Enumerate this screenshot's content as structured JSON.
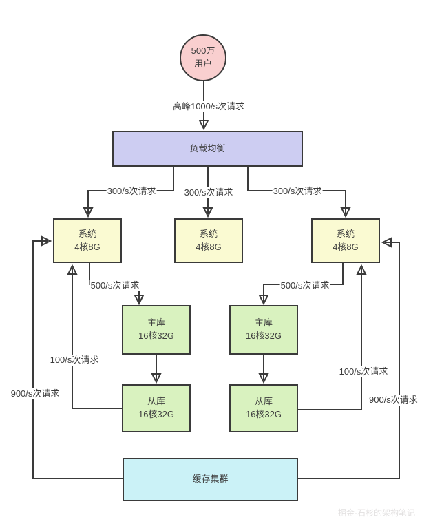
{
  "colors": {
    "line": "#3a3a3a",
    "node_border": "#3a3a3a",
    "users_fill": "#f9cfcf",
    "load_balancer_fill": "#cdcdf2",
    "system_fill": "#fafad2",
    "db_fill": "#d9f2bf",
    "cache_fill": "#cbf2f7",
    "label_text": "#3c3c3c",
    "watermark_text": "#e2e0e0"
  },
  "nodes": {
    "users": {
      "line1": "500万",
      "line2": "用户"
    },
    "load_balancer": {
      "label": "负载均衡"
    },
    "system_left": {
      "line1": "系统",
      "line2": "4核8G"
    },
    "system_mid": {
      "line1": "系统",
      "line2": "4核8G"
    },
    "system_right": {
      "line1": "系统",
      "line2": "4核8G"
    },
    "primary_db_left": {
      "line1": "主库",
      "line2": "16核32G"
    },
    "primary_db_right": {
      "line1": "主库",
      "line2": "16核32G"
    },
    "replica_db_left": {
      "line1": "从库",
      "line2": "16核32G"
    },
    "replica_db_right": {
      "line1": "从库",
      "line2": "16核32G"
    },
    "cache_cluster": {
      "label": "缓存集群"
    }
  },
  "edge_labels": {
    "peak": "高峰1000/s次请求",
    "lb_to_sys_left": "300/s次请求",
    "lb_to_sys_mid": "300/s次请求",
    "lb_to_sys_right": "300/s次请求",
    "sys_to_db_left": "500/s次请求",
    "sys_to_db_right": "500/s次请求",
    "db_to_sys_left": "100/s次请求",
    "db_to_sys_right": "100/s次请求",
    "cache_to_sys_left": "900/s次请求",
    "cache_to_sys_right": "900/s次请求"
  },
  "watermark": "掘金-石杉的架构笔记"
}
